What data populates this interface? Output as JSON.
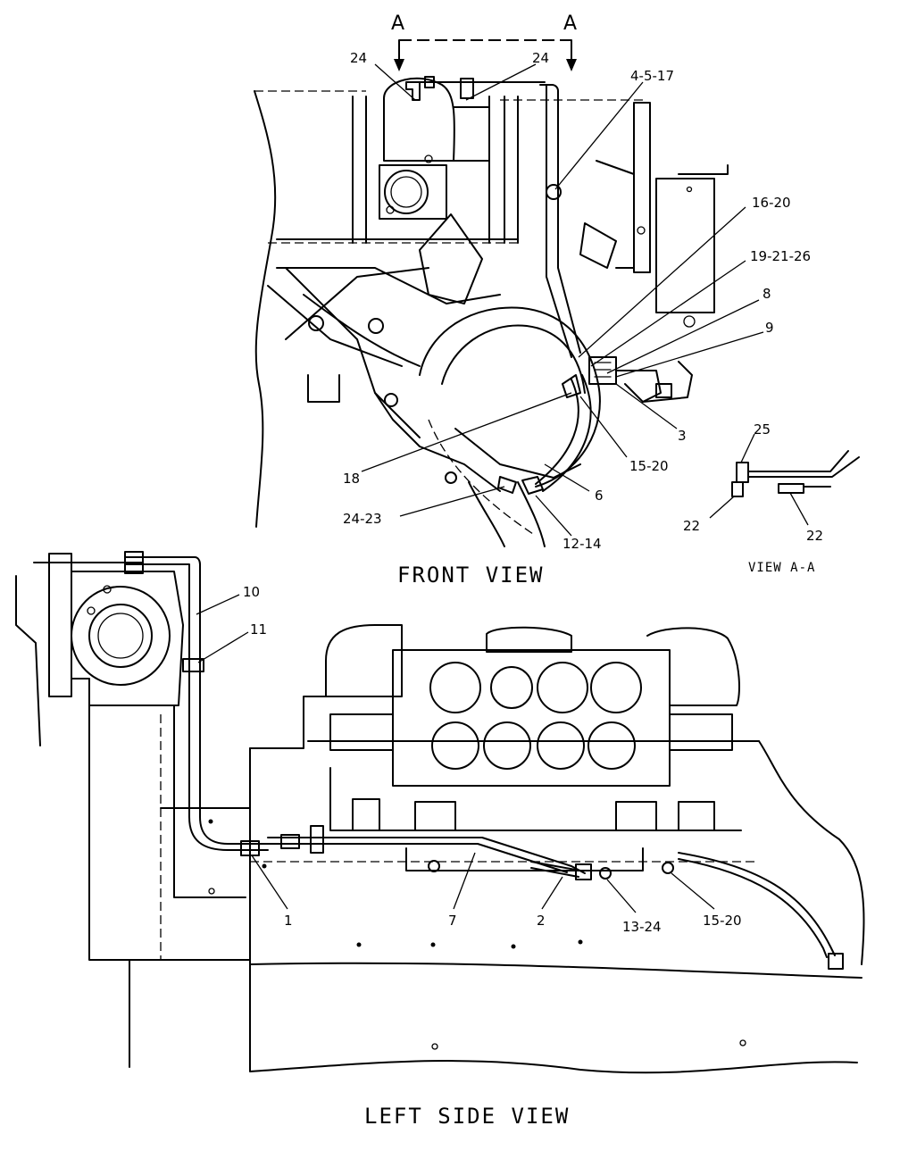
{
  "views": {
    "front_title": "FRONT VIEW",
    "left_title": "LEFT SIDE VIEW",
    "detail_title": "VIEW A-A"
  },
  "section_marks": {
    "left": "A",
    "right": "A"
  },
  "callouts": [
    "24",
    "24",
    "4-5-17",
    "16-20",
    "19-21-26",
    "8",
    "9",
    "3",
    "15-20",
    "18",
    "6",
    "24-23",
    "12-14",
    "25",
    "22",
    "22",
    "10",
    "11",
    "1",
    "7",
    "2",
    "13-24",
    "15-20"
  ]
}
